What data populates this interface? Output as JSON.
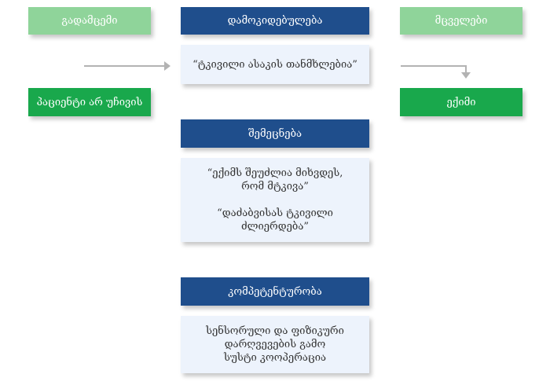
{
  "left": {
    "top_label": "გადამცემი",
    "bottom_label": "პაციენტი არ უჩივის"
  },
  "center": {
    "section1": {
      "header": "დამოკიდებულება",
      "quote": "“ტკივილი ასაკის თანმხლებია”"
    },
    "section2": {
      "header": "შემეცნება",
      "quote": "“ექიმს შეუძლია მიხვდეს,\nრომ მტკივა”\n\n“დაძაბვისას ტკივილი\nძლიერდება”"
    },
    "section3": {
      "header": "კომპეტენტურობა",
      "body": "სენსორული და ფიზიკური\nდარღვევების გამო\nსუსტი კოოპერაცია"
    }
  },
  "right": {
    "top_label": "მცველები",
    "bottom_label": "ექიმი"
  },
  "colors": {
    "light_green": "#8fd49a",
    "dark_green": "#19a84c",
    "navy": "#1f4e8c",
    "pale_blue": "#edf3fc",
    "connector": "#b3b3b3"
  }
}
